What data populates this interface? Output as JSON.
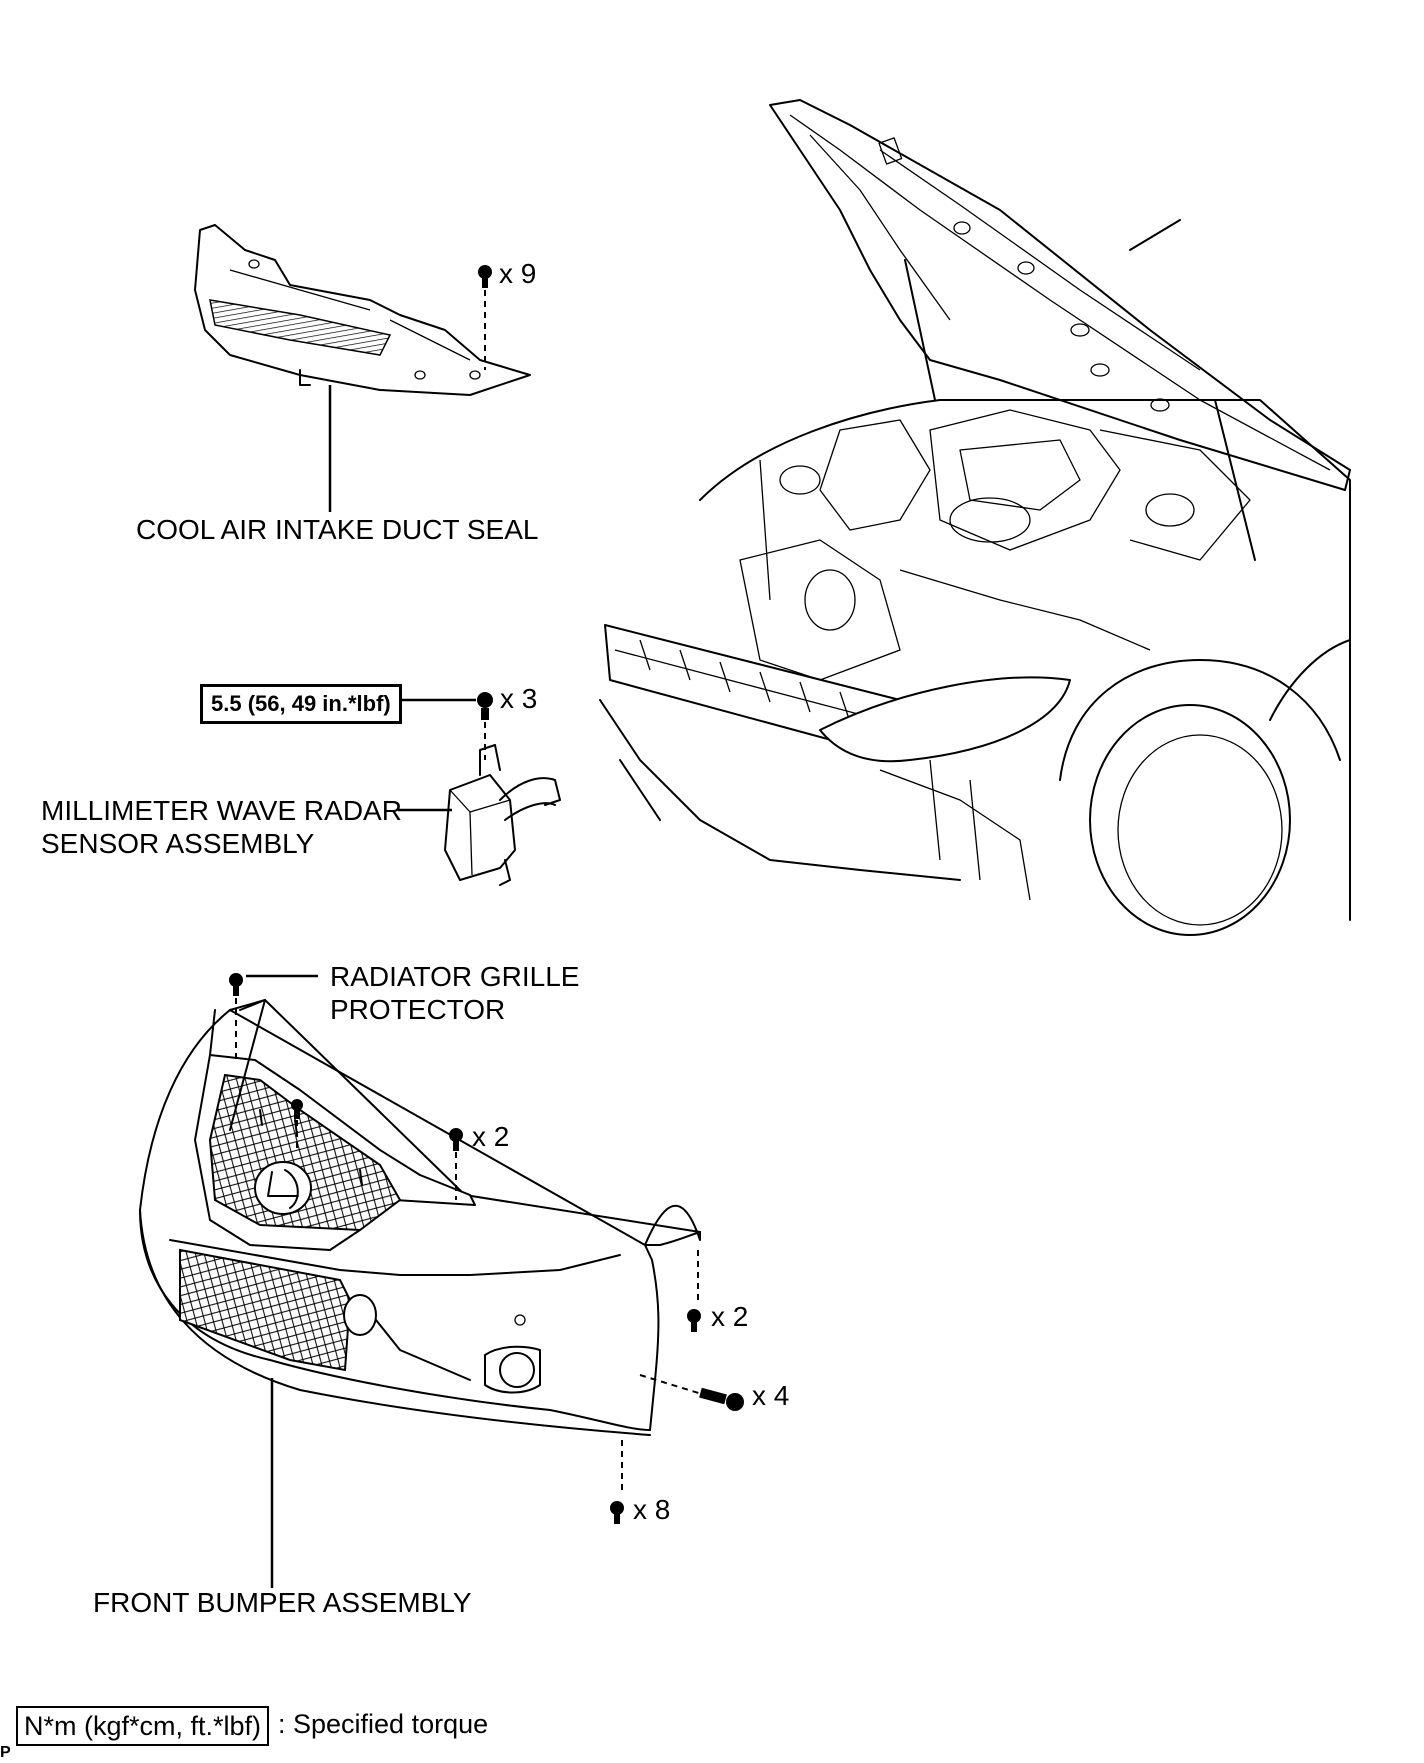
{
  "labels": {
    "cool_air_intake_duct_seal": "COOL AIR INTAKE DUCT SEAL",
    "millimeter_wave_radar_line1": "MILLIMETER WAVE RADAR",
    "millimeter_wave_radar_line2": "SENSOR ASSEMBLY",
    "radiator_grille_protector_line1": "RADIATOR GRILLE",
    "radiator_grille_protector_line2": "PROTECTOR",
    "front_bumper_assembly": "FRONT BUMPER ASSEMBLY"
  },
  "quantities": {
    "duct_seal_clips": "x 9",
    "radar_bolts": "x 3",
    "bumper_top_clips": "x 2",
    "bumper_side_screws": "x 2",
    "bumper_side_bolts": "x 4",
    "bumper_bottom_clips": "x 8"
  },
  "torque": {
    "radar_bolt_torque": "5.5 (56, 49 in.*lbf)"
  },
  "legend": {
    "symbol_text": "N*m (kgf*cm, ft.*lbf)",
    "description": ": Specified torque"
  },
  "corner_mark": "P",
  "icons": [
    "clip-icon",
    "bolt-icon",
    "screw-icon"
  ]
}
